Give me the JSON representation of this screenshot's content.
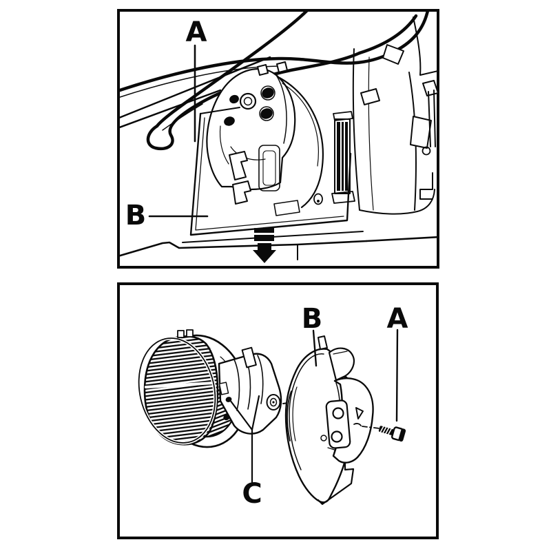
{
  "figure": {
    "background": "#ffffff",
    "line_color": "#0a0a0a"
  },
  "panels": {
    "top": {
      "callouts": [
        {
          "label": "A"
        },
        {
          "label": "B"
        }
      ],
      "arrow_direction": "down"
    },
    "bottom": {
      "callouts": [
        {
          "label": "B"
        },
        {
          "label": "A"
        },
        {
          "label": "C"
        }
      ]
    }
  }
}
